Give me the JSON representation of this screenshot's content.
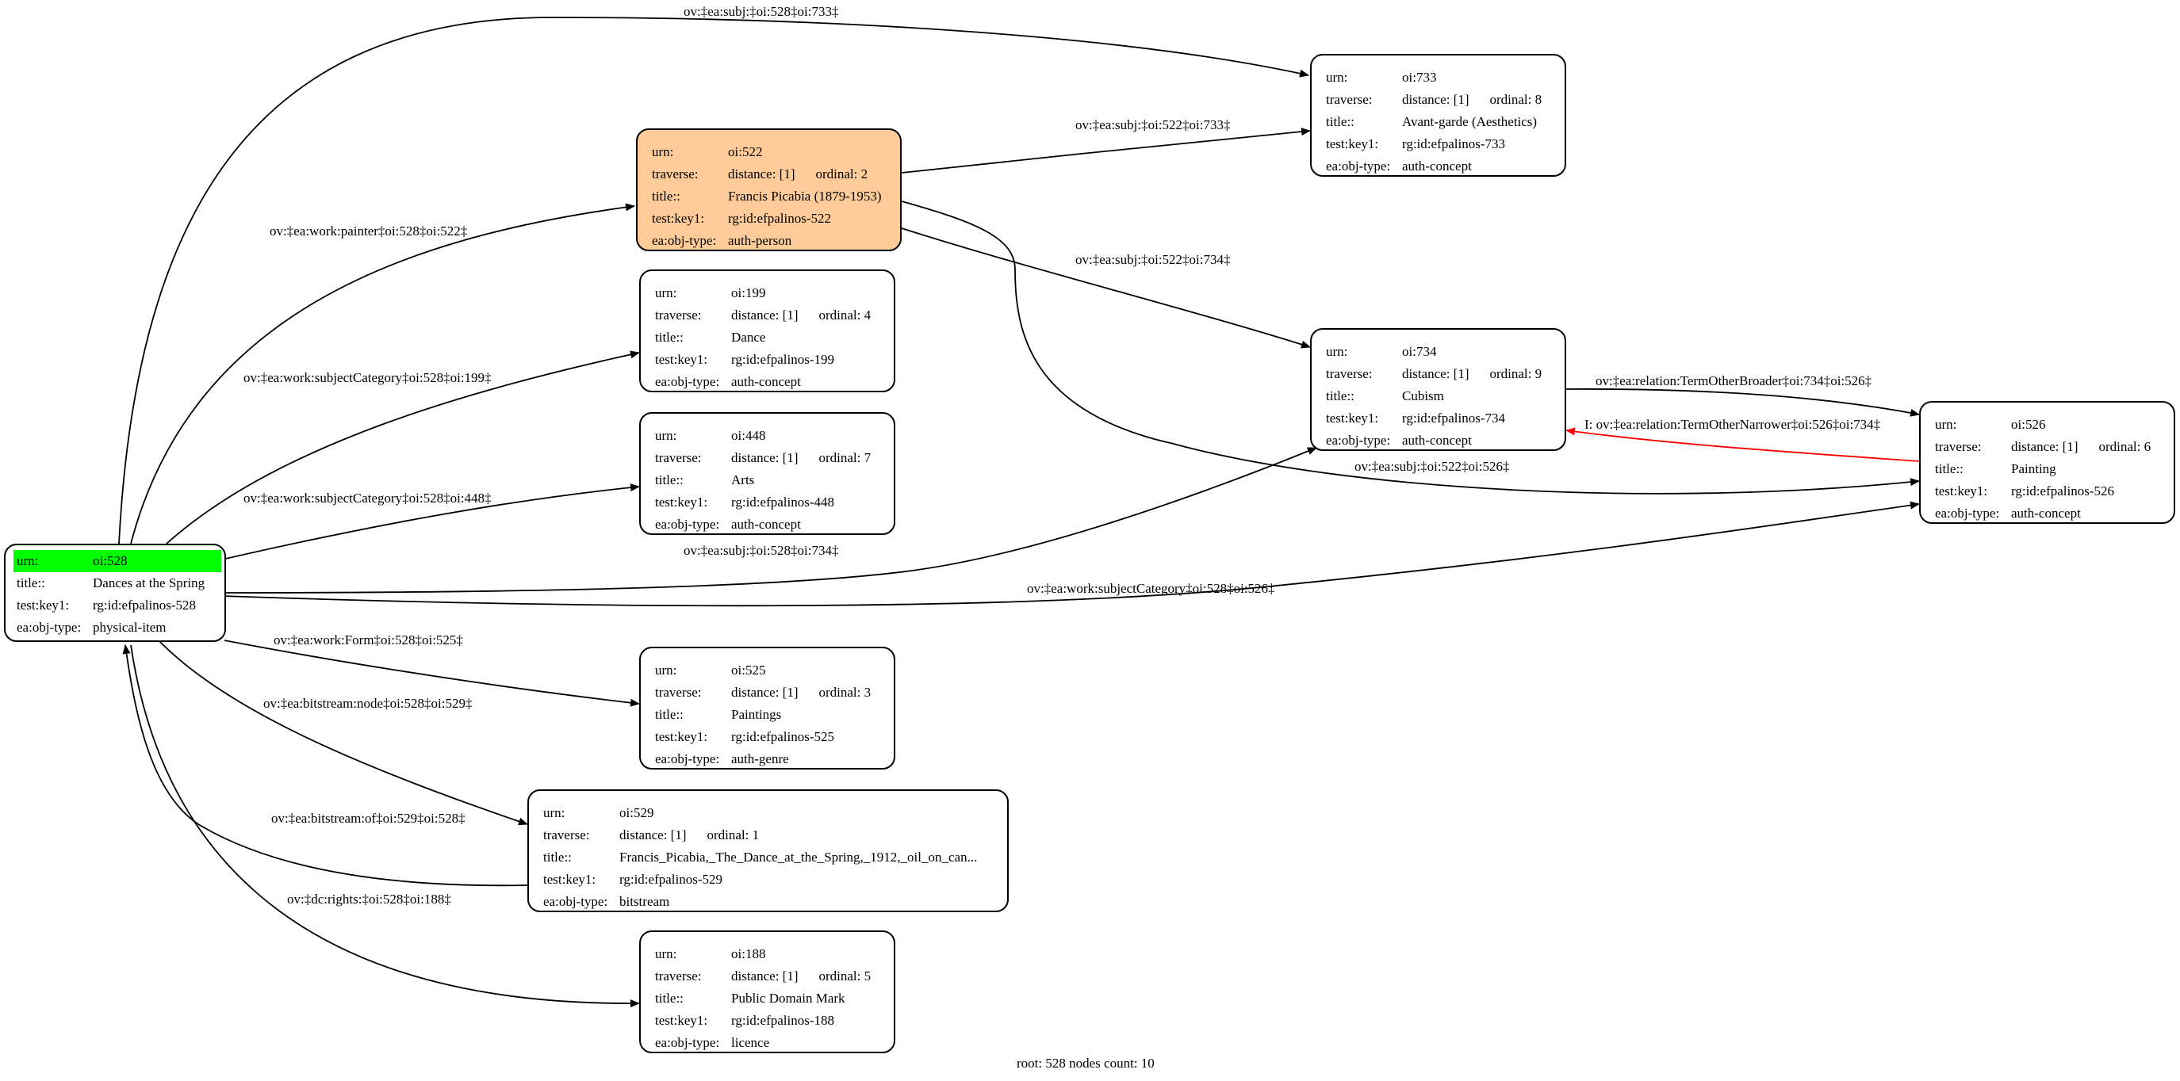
{
  "labels": {
    "urn": "urn:",
    "traverse": "traverse:",
    "title": "title::",
    "key": "test:key1:",
    "type": "ea:obj-type:",
    "distance": "distance: [1]",
    "ordinal": "ordinal: "
  },
  "root": {
    "urn": "oi:528",
    "title": "Dances at the Spring",
    "key": "rg:id:efpalinos-528",
    "type": "physical-item"
  },
  "nodes": {
    "n733": {
      "urn": "oi:733",
      "ordinal": "8",
      "title": "Avant-garde (Aesthetics)",
      "key": "rg:id:efpalinos-733",
      "type": "auth-concept"
    },
    "n522": {
      "urn": "oi:522",
      "ordinal": "2",
      "title": "Francis Picabia (1879-1953)",
      "key": "rg:id:efpalinos-522",
      "type": "auth-person"
    },
    "n199": {
      "urn": "oi:199",
      "ordinal": "4",
      "title": "Dance",
      "key": "rg:id:efpalinos-199",
      "type": "auth-concept"
    },
    "n448": {
      "urn": "oi:448",
      "ordinal": "7",
      "title": "Arts",
      "key": "rg:id:efpalinos-448",
      "type": "auth-concept"
    },
    "n734": {
      "urn": "oi:734",
      "ordinal": "9",
      "title": "Cubism",
      "key": "rg:id:efpalinos-734",
      "type": "auth-concept"
    },
    "n526": {
      "urn": "oi:526",
      "ordinal": "6",
      "title": "Painting",
      "key": "rg:id:efpalinos-526",
      "type": "auth-concept"
    },
    "n525": {
      "urn": "oi:525",
      "ordinal": "3",
      "title": "Paintings",
      "key": "rg:id:efpalinos-525",
      "type": "auth-genre"
    },
    "n529": {
      "urn": "oi:529",
      "ordinal": "1",
      "title": "Francis_Picabia,_The_Dance_at_the_Spring,_1912,_oil_on_can...",
      "key": "rg:id:efpalinos-529",
      "type": "bitstream"
    },
    "n188": {
      "urn": "oi:188",
      "ordinal": "5",
      "title": "Public Domain Mark",
      "key": "rg:id:efpalinos-188",
      "type": "licence"
    }
  },
  "edges": {
    "e528_733": "ov:‡ea:subj:‡oi:528‡oi:733‡",
    "e528_522": "ov:‡ea:work:painter‡oi:528‡oi:522‡",
    "e522_733": "ov:‡ea:subj:‡oi:522‡oi:733‡",
    "e522_734": "ov:‡ea:subj:‡oi:522‡oi:734‡",
    "e528_199": "ov:‡ea:work:subjectCategory‡oi:528‡oi:199‡",
    "e528_448": "ov:‡ea:work:subjectCategory‡oi:528‡oi:448‡",
    "e734_526": "ov:‡ea:relation:TermOtherBroader‡oi:734‡oi:526‡",
    "e526_734": "I: ov:‡ea:relation:TermOtherNarrower‡oi:526‡oi:734‡",
    "e522_526": "ov:‡ea:subj:‡oi:522‡oi:526‡",
    "e528_734": "ov:‡ea:subj:‡oi:528‡oi:734‡",
    "e528_526": "ov:‡ea:work:subjectCategory‡oi:528‡oi:526‡",
    "e528_525": "ov:‡ea:work:Form‡oi:528‡oi:525‡",
    "e528_529": "ov:‡ea:bitstream:node‡oi:528‡oi:529‡",
    "e529_528": "ov:‡ea:bitstream:of‡oi:529‡oi:528‡",
    "e528_188": "ov:‡dc:rights:‡oi:528‡oi:188‡"
  },
  "footer": "root: 528 nodes count: 10",
  "colors": {
    "highlight_node": "#ffcc99",
    "root_urn": "#00ff00",
    "narrower_edge": "#ff0000"
  }
}
